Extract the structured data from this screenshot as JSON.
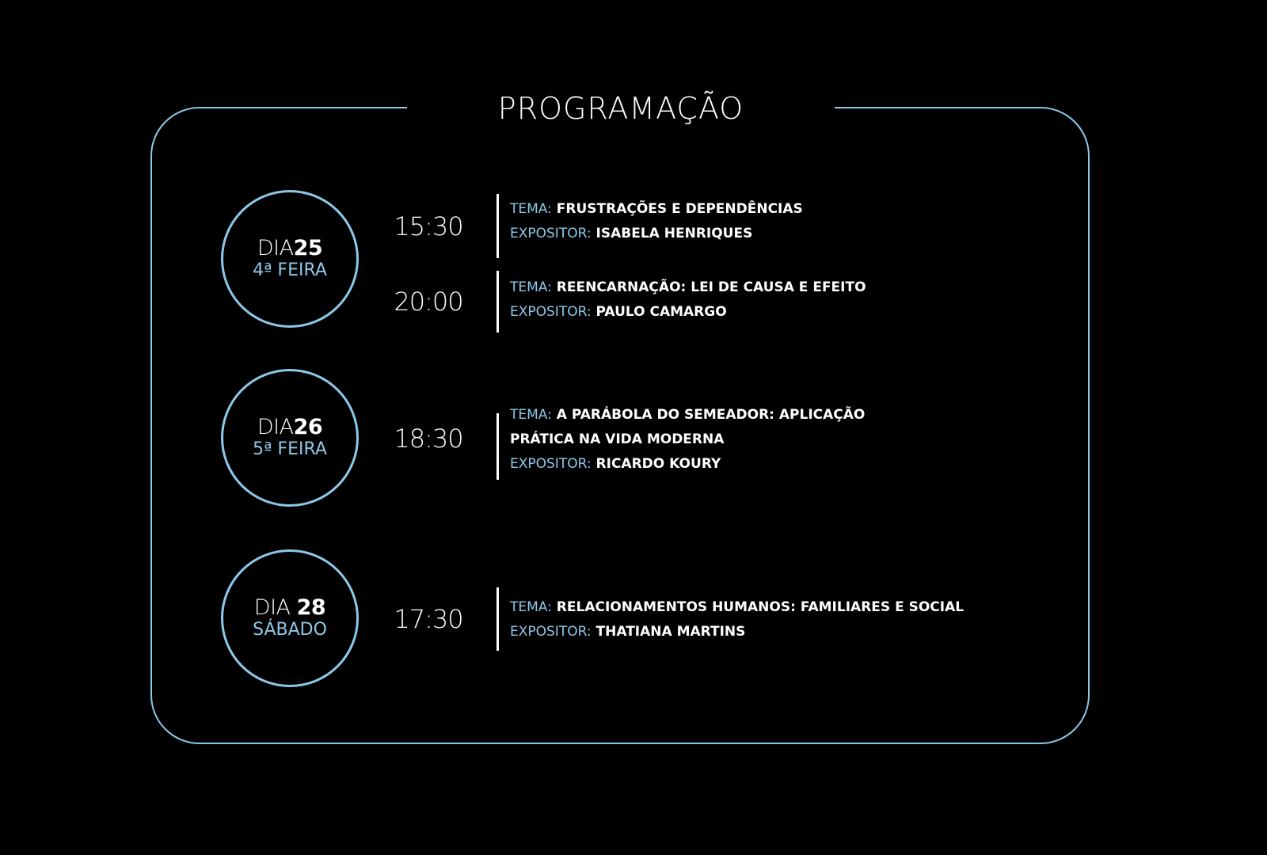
{
  "title": "PROGRAMAÇÃO",
  "colors": {
    "background": "#000000",
    "accent": "#8ec8e8",
    "text": "#ffffff"
  },
  "days": [
    {
      "dia_label": "DIA",
      "dia_number": "25",
      "weekday": "4ª FEIRA",
      "sessions": [
        {
          "time": "15:30",
          "tema_label": "TEMA:",
          "tema": "FRUSTRAÇÕES E DEPENDÊNCIAS",
          "tema_continued": "",
          "expositor_label": "EXPOSITOR:",
          "expositor": "ISABELA HENRIQUES"
        },
        {
          "time": "20:00",
          "tema_label": "TEMA:",
          "tema": "REENCARNAÇÃO: LEI DE CAUSA E EFEITO",
          "tema_continued": "",
          "expositor_label": "EXPOSITOR:",
          "expositor": "PAULO CAMARGO"
        }
      ]
    },
    {
      "dia_label": "DIA",
      "dia_number": "26",
      "weekday": "5ª FEIRA",
      "sessions": [
        {
          "time": "18:30",
          "tema_label": "TEMA:",
          "tema": "A PARÁBOLA DO SEMEADOR: APLICAÇÃO",
          "tema_continued": "PRÁTICA NA VIDA MODERNA",
          "expositor_label": "EXPOSITOR:",
          "expositor": "RICARDO KOURY"
        }
      ]
    },
    {
      "dia_label": "DIA",
      "dia_number": "28",
      "weekday": "SÁBADO",
      "sessions": [
        {
          "time": "17:30",
          "tema_label": "TEMA:",
          "tema": "RELACIONAMENTOS HUMANOS: FAMILIARES E SOCIAL",
          "tema_continued": "",
          "expositor_label": "EXPOSITOR:",
          "expositor": "THATIANA MARTINS"
        }
      ]
    }
  ]
}
